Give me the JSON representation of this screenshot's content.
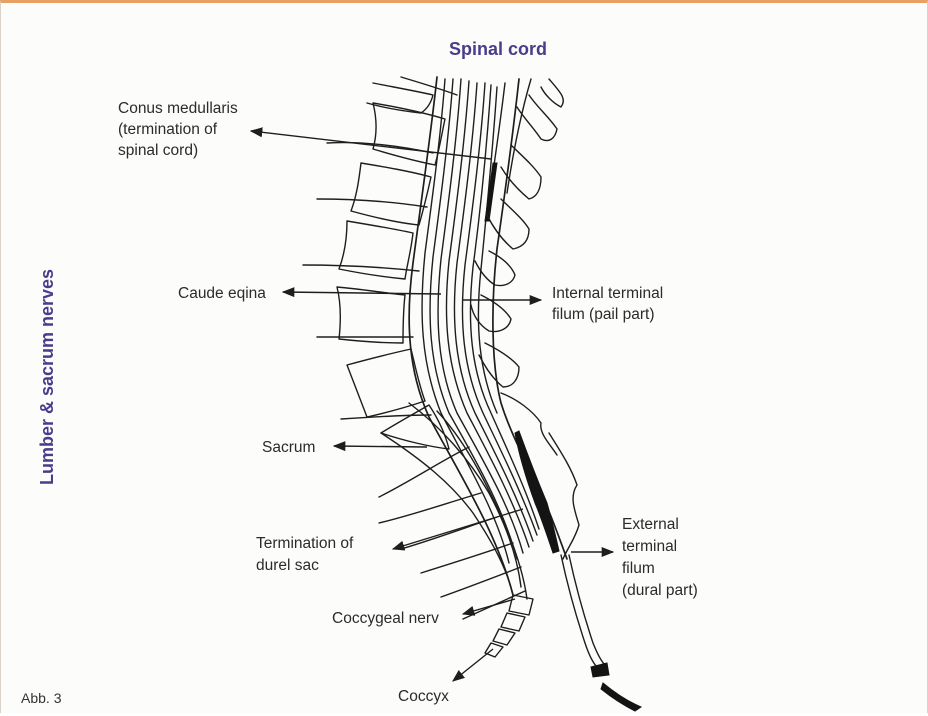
{
  "figure": {
    "title": "Spinal cord",
    "side_title": "Lumber & sacrum nerves",
    "caption": "Abb. 3",
    "accent_color": "#4a3b8c",
    "frame_color": "#e8a064"
  },
  "labels": {
    "conus": [
      "Conus medullaris",
      "(termination of",
      "spinal cord)"
    ],
    "cauda": [
      "Caude eqina"
    ],
    "internal": [
      "Internal terminal",
      "filum (pail part)"
    ],
    "sacrum": [
      "Sacrum"
    ],
    "termination": [
      "Termination of",
      "durel sac"
    ],
    "external": [
      "External",
      "terminal",
      "filum",
      "(dural part)"
    ],
    "coccygeal": [
      "Coccygeal nerv"
    ],
    "coccyx": [
      "Coccyx"
    ]
  }
}
